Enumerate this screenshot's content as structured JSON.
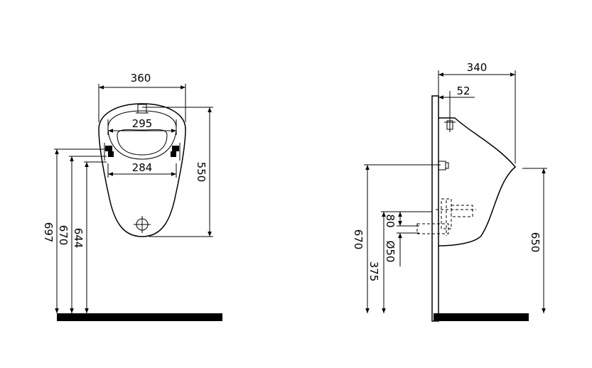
{
  "front_view": {
    "dim_width": "360",
    "dim_bowl_width": "295",
    "dim_fixing_width": "284",
    "dim_height": "550",
    "dim_top_697": "697",
    "dim_inlet_670": "670",
    "dim_fixing_644": "644"
  },
  "side_view": {
    "dim_depth": "340",
    "dim_inlet_offset": "52",
    "dim_inlet_670": "670",
    "dim_outlet_80": "80",
    "dim_outlet_diameter": "Ø50",
    "dim_outlet_375": "375",
    "dim_lip_650": "650"
  }
}
